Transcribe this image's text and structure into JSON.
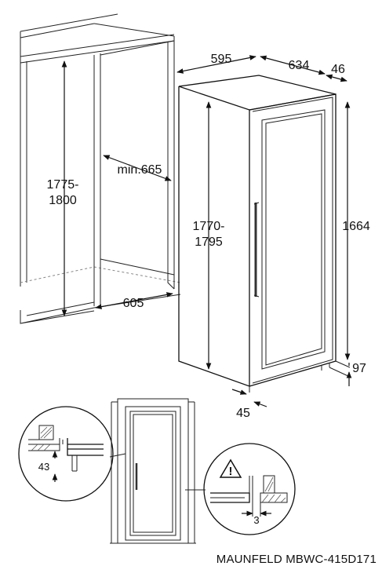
{
  "niche": {
    "height_label_line1": "1775-",
    "height_label_line2": "1800",
    "depth_label": "min.665",
    "width_label": "605"
  },
  "appliance": {
    "width_label": "595",
    "depth_label": "634",
    "door_depth_label": "46",
    "height_label_line1": "1770-",
    "height_label_line2": "1795",
    "door_height_label": "1664",
    "foot_height_label": "97",
    "side_gap_label": "45"
  },
  "details": {
    "top_gap_label": "43",
    "side_gap_label": "3",
    "warning_symbol": "!"
  },
  "caption": "MAUNFELD MBWC-415D171",
  "icons": [
    "warning-triangle-icon",
    "door-handle-icon"
  ]
}
